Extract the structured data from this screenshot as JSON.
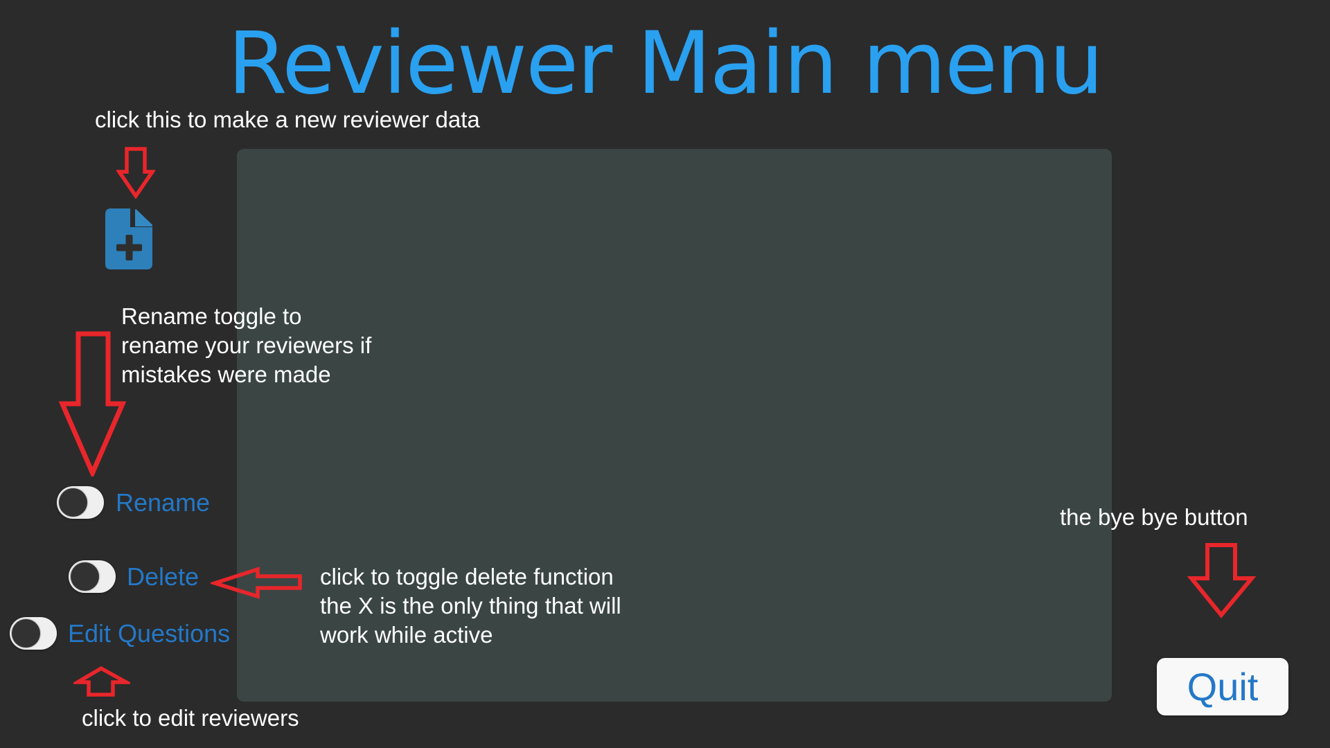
{
  "window": {
    "title": "Reviewer Main menu"
  },
  "annotations": {
    "new_reviewer": "click this to make a new reviewer data",
    "rename_note": [
      "Rename toggle to",
      "rename your reviewers if",
      "mistakes were made"
    ],
    "delete_note": [
      "click to toggle delete function",
      "the X is the only thing that will",
      "work while active"
    ],
    "quit_note": "the bye bye button",
    "edit_note": "click to edit reviewers"
  },
  "toggles": [
    {
      "label": "Rename",
      "state": "off"
    },
    {
      "label": "Delete",
      "state": "off"
    },
    {
      "label": "Edit Questions",
      "state": "off"
    }
  ],
  "buttons": {
    "quit_label": "Quit"
  },
  "icons": {
    "new_file": "new-file-plus-icon",
    "annotation_arrows": [
      "down-arrow-icon",
      "long-down-arrow-icon",
      "left-arrow-icon",
      "up-arrow-icon",
      "down-arrow-icon"
    ]
  },
  "colors": {
    "background": "#2b2b2b",
    "panel": "#3b4644",
    "title_blue": "#2aa0f0",
    "label_blue": "#2478c8",
    "annotation_white": "#ffffff",
    "arrow_red": "#e8262b",
    "file_icon_blue": "#2d80b9",
    "file_icon_fold_blue": "#3489c2",
    "toggle_pill": "#efefef",
    "toggle_knob": "#323232",
    "quit_button_bg": "#f8f8f8"
  }
}
